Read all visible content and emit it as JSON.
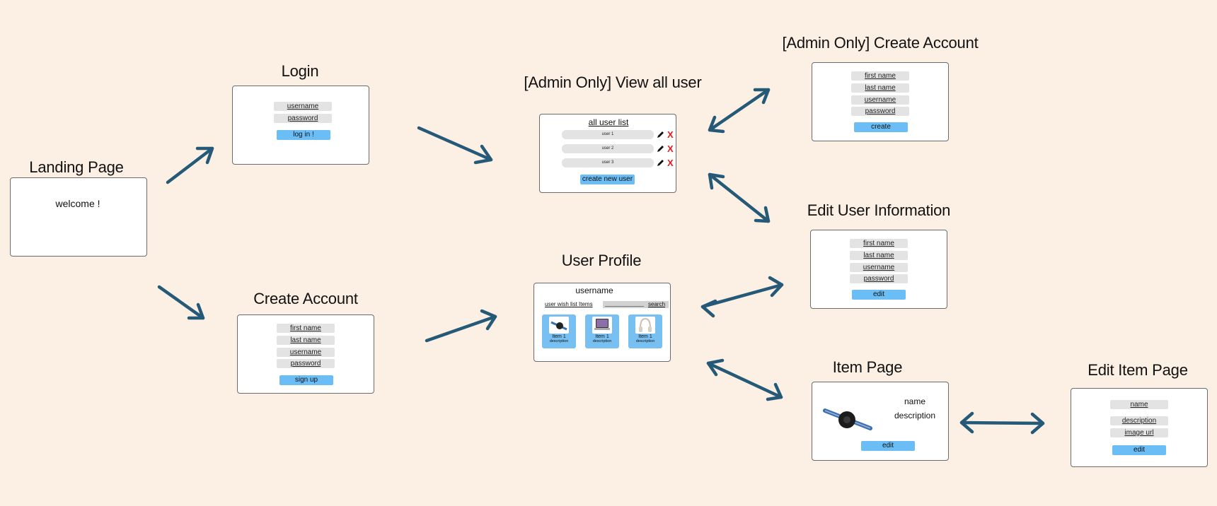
{
  "landing": {
    "title": "Landing Page",
    "welcome": "welcome !"
  },
  "login": {
    "title": "Login",
    "username": "username",
    "password": "password",
    "button": "log in !"
  },
  "create_account": {
    "title": "Create Account",
    "first_name": "first name",
    "last_name": "last name",
    "username": "username",
    "password": "password",
    "button": "sign up"
  },
  "view_all": {
    "title": "[Admin Only] View all user",
    "list_title": "all user list",
    "users": [
      "user 1",
      "user 2",
      "user 3"
    ],
    "button": "create new user",
    "delete_glyph": "X"
  },
  "admin_create": {
    "title": "[Admin Only] Create Account",
    "first_name": "first name",
    "last_name": "last name",
    "username": "username",
    "password": "password",
    "button": "create"
  },
  "profile": {
    "title": "User Profile",
    "username": "username",
    "wish_label": "user wish list Items",
    "search_label": "search",
    "items": [
      {
        "name": "Item 1",
        "desc": "description",
        "icon": "hoverboard-icon"
      },
      {
        "name": "Item 1",
        "desc": "description",
        "icon": "laptop-icon"
      },
      {
        "name": "Item 1",
        "desc": "description",
        "icon": "headphones-icon"
      }
    ]
  },
  "edit_user": {
    "title": "Edit User Information",
    "first_name": "first name",
    "last_name": "last name",
    "username": "username",
    "password": "password",
    "button": "edit"
  },
  "item_page": {
    "title": "Item Page",
    "name": "name",
    "description": "description",
    "button": "edit",
    "icon": "hoverboard-icon"
  },
  "edit_item": {
    "title": "Edit Item Page",
    "name": "name",
    "description": "description",
    "image_url": "image url",
    "button": "edit"
  },
  "colors": {
    "background": "#fcf0e4",
    "arrow": "#255978",
    "button": "#6bbdf5",
    "field": "#e3e3e3",
    "delete": "#e21b1b"
  }
}
